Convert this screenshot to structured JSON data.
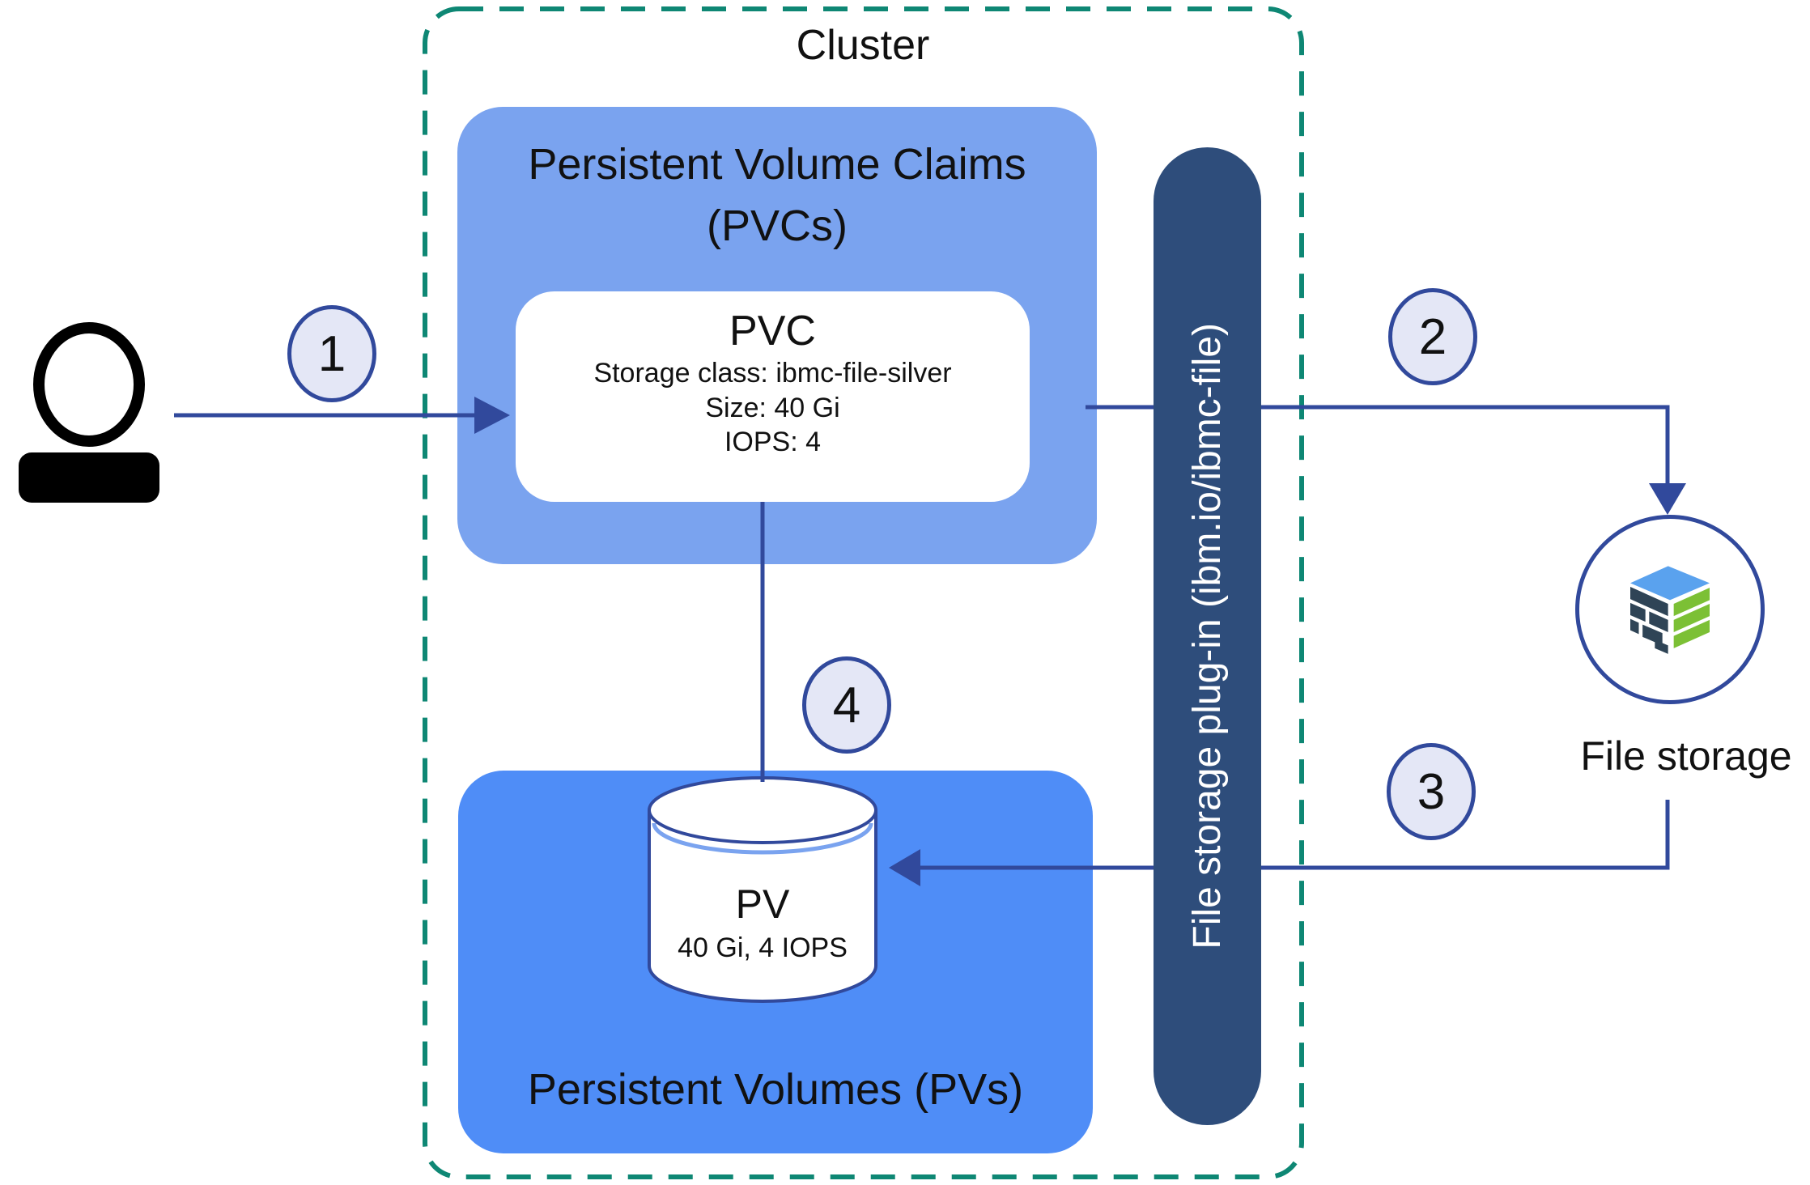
{
  "colors": {
    "teal": "#0e8774",
    "blue-light": "#7aa3ef",
    "blue-bright": "#4f8df7",
    "navy-bar": "#2e4d7b",
    "navy-line": "#31499c",
    "circle-fill": "#e4e7f6"
  },
  "cluster": {
    "label": "Cluster"
  },
  "pvc_group": {
    "title_line1": "Persistent Volume Claims",
    "title_line2": "(PVCs)"
  },
  "pvc_card": {
    "title": "PVC",
    "detail_lines": [
      "Storage class: ibmc-file-silver",
      "Size: 40 Gi",
      "IOPS: 4"
    ]
  },
  "plugin_bar": {
    "label": "File storage plug-in (ibm.io/ibmc-file)"
  },
  "pv_group": {
    "title": "Persistent Volumes (PVs)"
  },
  "pv_cylinder": {
    "title": "PV",
    "subtitle": "40 Gi, 4 IOPS"
  },
  "file_storage": {
    "label": "File storage"
  },
  "steps": {
    "one": "1",
    "two": "2",
    "three": "3",
    "four": "4"
  }
}
